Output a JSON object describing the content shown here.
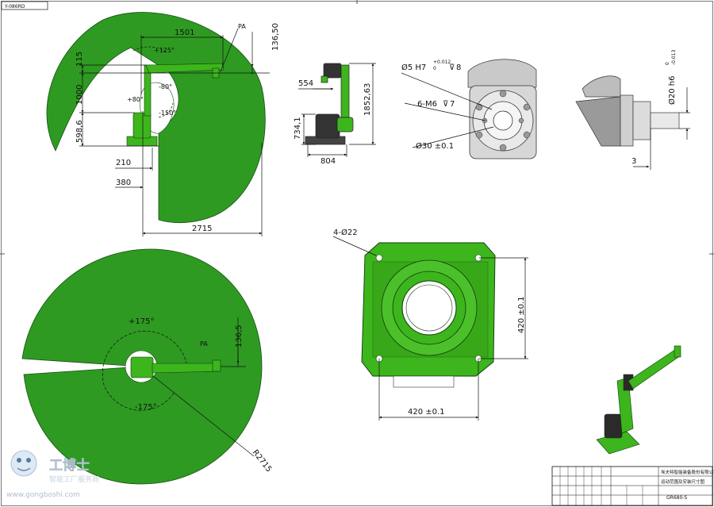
{
  "sheet": {
    "corner_tag": "Y-086RD",
    "dims": {
      "d1501": "1501",
      "d136_50": "136,50",
      "d115": "115",
      "d1000": "1000",
      "d598_6": "598,6",
      "d210": "210",
      "d380": "380",
      "d2715": "2715",
      "a_p125": "+125°",
      "a_m80": "-80°",
      "a_p80": "+80°",
      "a_m150": "-150°",
      "pa_top": "PA",
      "d554": "554",
      "d734_1": "734,1",
      "d804": "804",
      "d1852_63": "1852,63",
      "hole1": "Ø5 H7",
      "hole1_tol_up": "+0.012",
      "hole1_tol_low": "0",
      "hole1_depth": "8",
      "thread": "6-M6",
      "thread_depth": "7",
      "bore": "Ø30 ±0.1",
      "shaft": "Ø20 h6",
      "shaft_tol_up": "0",
      "shaft_tol_low": "-0.013",
      "d3": "3",
      "holes4": "4-Ø22",
      "base_v": "420 ±0.1",
      "base_h": "420 ±0.1",
      "a_p175": "+175°",
      "a_m175": "-175°",
      "d136_5": "136,5",
      "pa_bottom": "PA",
      "r2715": "R2715"
    },
    "title_block": {
      "company": "埃夫特智能装备股份有限公司",
      "drawing_title": "运动范围及安装尺寸图",
      "drawing_no": "GR680-S"
    },
    "watermark": {
      "brand": "工博士",
      "tagline": "智能工厂服务商",
      "url": "www.gongboshi.com"
    },
    "colors": {
      "workspace_green": "#2e9a22",
      "robot_green": "#3db51d",
      "line": "#111111"
    }
  }
}
